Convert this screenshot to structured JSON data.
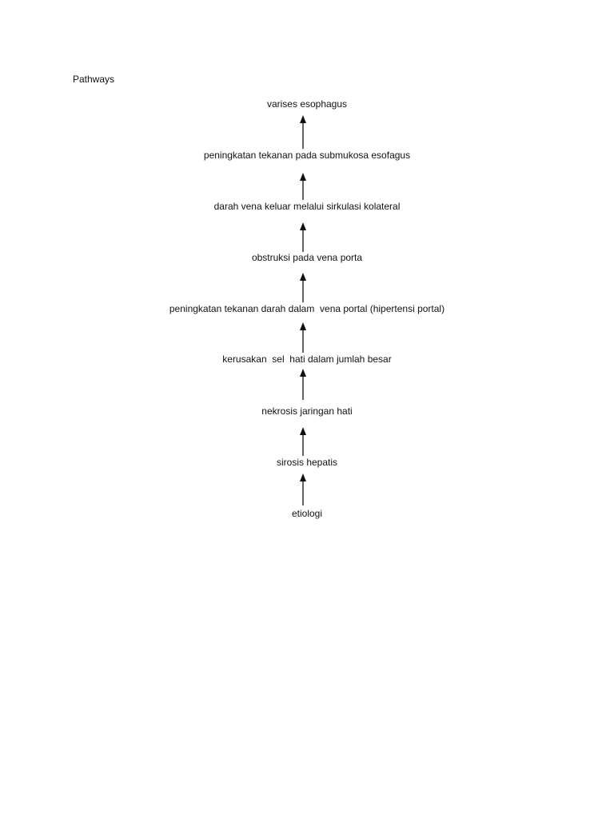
{
  "heading": "Pathways",
  "flow": {
    "nodes": [
      "varises esophagus",
      "peningkatan tekanan pada submukosa esofagus",
      "darah vena keluar melalui sirkulasi kolateral",
      "obstruksi pada vena porta",
      "peningkatan tekanan darah dalam  vena portal (hipertensi portal)",
      "kerusakan  sel  hati dalam jumlah besar",
      "nekrosis jaringan hati",
      "sirosis hepatis",
      "etiologi"
    ],
    "arrow_direction": "up"
  }
}
